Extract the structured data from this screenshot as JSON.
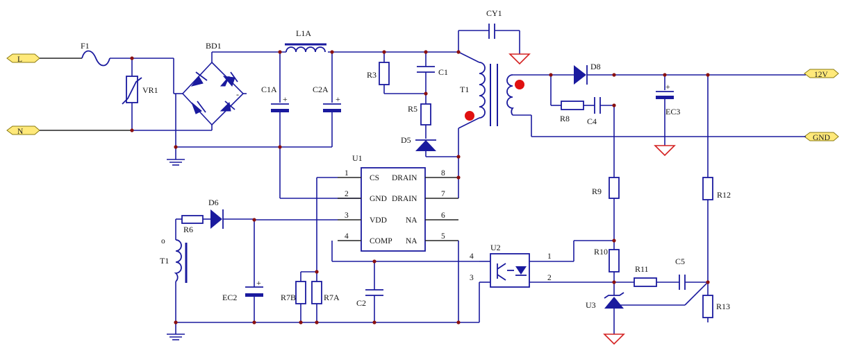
{
  "ports": {
    "L": "L",
    "N": "N",
    "out12v": "12V",
    "gnd": "GND"
  },
  "refs": {
    "F1": "F1",
    "VR1": "VR1",
    "BD1": "BD1",
    "L1A": "L1A",
    "C1A": "C1A",
    "C2A": "C2A",
    "R3": "R3",
    "C1": "C1",
    "R5": "R5",
    "D5": "D5",
    "T1": "T1",
    "T1b": "T1",
    "CY1": "CY1",
    "D8": "D8",
    "R8": "R8",
    "C4": "C4",
    "EC3": "EC3",
    "U1": "U1",
    "R6": "R6",
    "D6": "D6",
    "EC2": "EC2",
    "R7B": "R7B",
    "R7A": "R7A",
    "C2": "C2",
    "U2": "U2",
    "R9": "R9",
    "R10": "R10",
    "R11": "R11",
    "C5": "C5",
    "R12": "R12",
    "R13": "R13",
    "U3": "U3"
  },
  "u1_pins": {
    "p1": "1",
    "p2": "2",
    "p3": "3",
    "p4": "4",
    "p5": "5",
    "p6": "6",
    "p7": "7",
    "p8": "8",
    "cs": "CS",
    "gnd": "GND",
    "vdd": "VDD",
    "comp": "COMP",
    "drain8": "DRAIN",
    "drain7": "DRAIN",
    "na6": "NA",
    "na5": "NA"
  },
  "u2_pins": {
    "p1": "1",
    "p2": "2",
    "p3": "3",
    "p4": "4"
  },
  "polarity": {
    "plus": "+",
    "minus": "-",
    "dot": "o"
  },
  "colors": {
    "wire": "#1a1a9e",
    "ground_secondary": "#d42020",
    "dot": "#e01010",
    "port": "#ffe97a",
    "junction": "#8b1010"
  }
}
